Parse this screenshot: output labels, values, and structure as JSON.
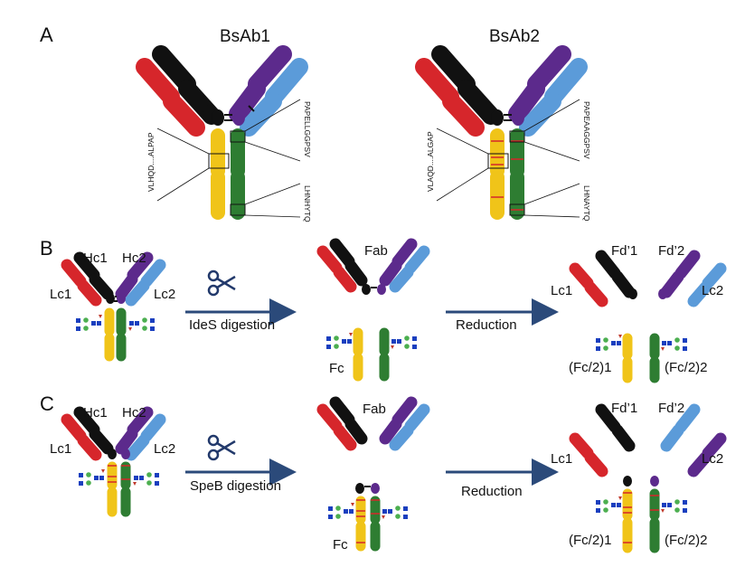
{
  "panels": {
    "a": {
      "letter": "A",
      "bsab1_title": "BsAb1",
      "bsab2_title": "BsAb2",
      "bsab1_hinge1": "VLHQD....ALPAP",
      "bsab1_hinge2": "PAPELLGGPSV",
      "bsab1_cterm": "LHNHYTQ",
      "bsab2_hinge1": "VLAQD....ALGAP",
      "bsab2_hinge2": "PAPEAAGGPSV",
      "bsab2_cterm": "LHNAYTQ"
    },
    "b": {
      "letter": "B",
      "hc1": "Hc1",
      "hc2": "Hc2",
      "lc1": "Lc1",
      "lc2": "Lc2",
      "step1": "IdeS digestion",
      "fab": "Fab",
      "fc": "Fc",
      "step2": "Reduction",
      "fd1": "Fd’1",
      "fd2": "Fd’2",
      "lc1_out": "Lc1",
      "lc2_out": "Lc2",
      "fc2_1": "(Fc/2)1",
      "fc2_2": "(Fc/2)2"
    },
    "c": {
      "letter": "C",
      "hc1": "Hc1",
      "hc2": "Hc2",
      "lc1": "Lc1",
      "lc2": "Lc2",
      "step1": "SpeB digestion",
      "fab": "Fab",
      "fc": "Fc",
      "step2": "Reduction",
      "fd1": "Fd’1",
      "fd2": "Fd’2",
      "lc1_out": "Lc1",
      "lc2_out": "Lc2",
      "fc2_1": "(Fc/2)1",
      "fc2_2": "(Fc/2)2"
    }
  },
  "colors": {
    "heavy1": "#111111",
    "light1": "#d6262b",
    "heavy2": "#5c2a8c",
    "light2": "#5b9bd9",
    "fc1": "#f0c419",
    "fc2": "#2e7d32",
    "arrow": "#2b4a7a",
    "scissors": "#22396b",
    "mutation": "#d6262b"
  },
  "icons": [
    "scissors-icon",
    "glycan-icon",
    "arrow-icon"
  ]
}
